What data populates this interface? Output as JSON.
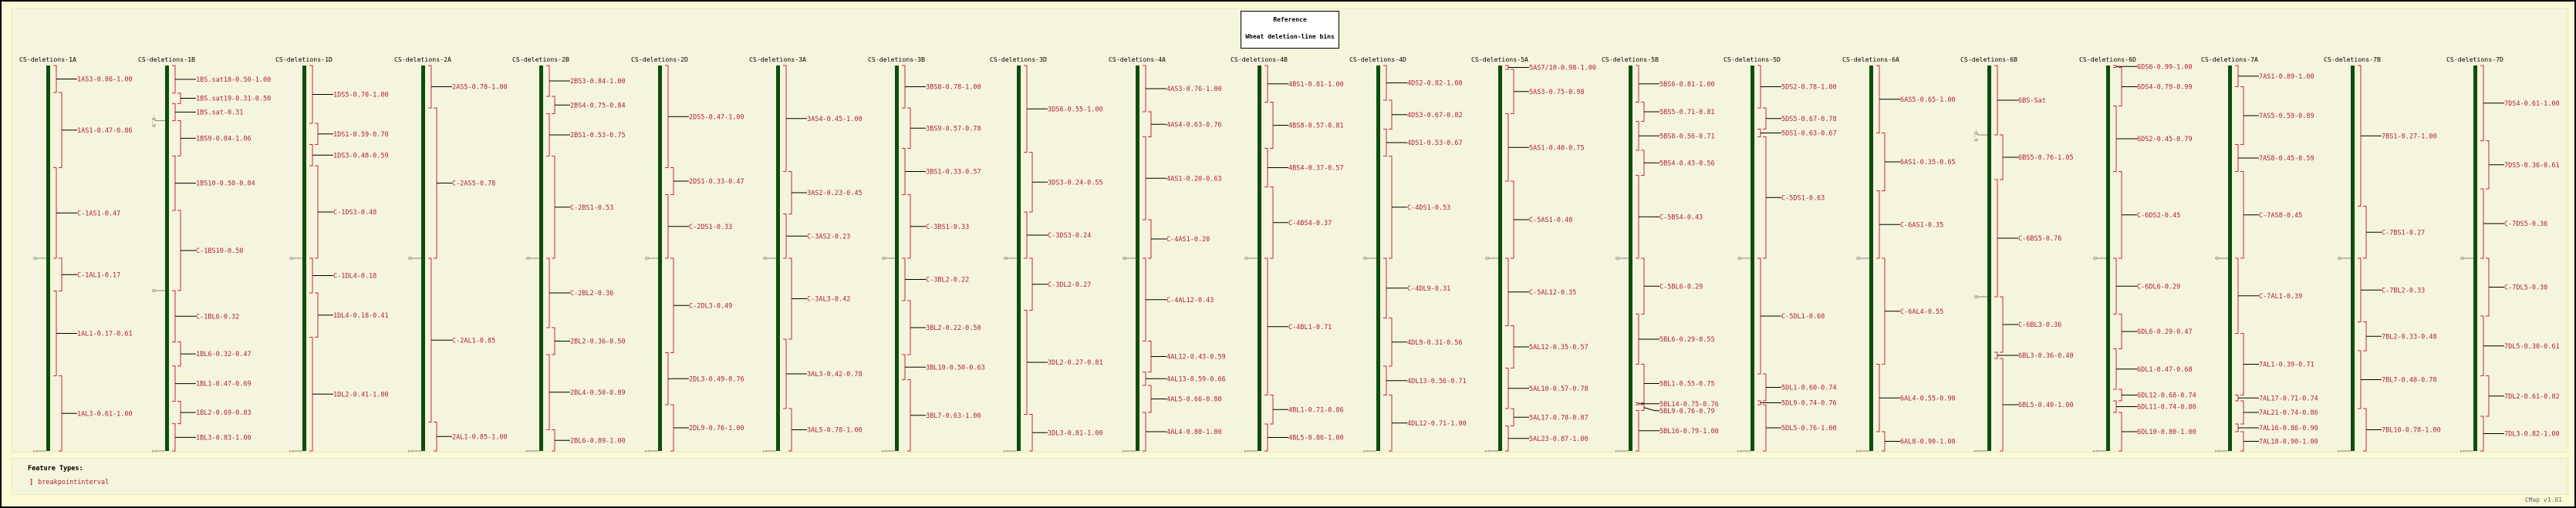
{
  "reference": {
    "title": "Reference",
    "subtitle": "Wheat deletion-line bins"
  },
  "legend": {
    "title": "Feature Types:",
    "glyph": "]",
    "item": "breakpointinterval"
  },
  "version": "CMap v1.01",
  "tick_labels": {
    "centromere": "0",
    "end": "1",
    "sat": "-0.9"
  },
  "colors": {
    "chromosome": "#0d4d0d",
    "bracket": "#c8283e",
    "label": "#b22234",
    "connector": "#000000",
    "tick": "#888888"
  },
  "chromosomes": [
    {
      "title": "CS-deletions-1A",
      "intervals": [
        [
          "1AS3-0.86-1.00",
          "S",
          0.86,
          1.0
        ],
        [
          "1AS1-0.47-0.86",
          "S",
          0.47,
          0.86
        ],
        [
          "C-1AS1-0.47",
          "S",
          0,
          0.47
        ],
        [
          "C-1AL1-0.17",
          "L",
          0,
          0.17
        ],
        [
          "1AL1-0.17-0.61",
          "L",
          0.17,
          0.61
        ],
        [
          "1AL3-0.61-1.00",
          "L",
          0.61,
          1.0
        ]
      ]
    },
    {
      "title": "CS-deletions-1B",
      "sat": true,
      "intervals": [
        [
          "1BS.sat18-0.50-1.00",
          "sat",
          0.5,
          1.0
        ],
        [
          "1BS.sat19-0.31-0.50",
          "sat",
          0.31,
          0.5
        ],
        [
          "1BS.sat-0.31",
          "sat",
          0,
          0.31
        ],
        [
          "1BS9-0.84-1.06",
          "S",
          0.84,
          1.06
        ],
        [
          "1BS10-0.50-0.84",
          "S",
          0.5,
          0.84
        ],
        [
          "C-1BS10-0.50",
          "S",
          0,
          0.5
        ],
        [
          "C-1BL6-0.32",
          "L",
          0,
          0.32
        ],
        [
          "1BL6-0.32-0.47",
          "L",
          0.32,
          0.47
        ],
        [
          "1BL1-0.47-0.69",
          "L",
          0.47,
          0.69
        ],
        [
          "1BL2-0.69-0.83",
          "L",
          0.69,
          0.83
        ],
        [
          "1BL3-0.83-1.00",
          "L",
          0.83,
          1.0
        ]
      ]
    },
    {
      "title": "CS-deletions-1D",
      "intervals": [
        [
          "1DS5-0.70-1.00",
          "S",
          0.7,
          1.0
        ],
        [
          "1DS1-0.59-0.70",
          "S",
          0.59,
          0.7
        ],
        [
          "1DS3-0.48-0.59",
          "S",
          0.48,
          0.59
        ],
        [
          "C-1DS3-0.48",
          "S",
          0,
          0.48
        ],
        [
          "C-1DL4-0.18",
          "L",
          0,
          0.18
        ],
        [
          "1DL4-0.18-0.41",
          "L",
          0.18,
          0.41
        ],
        [
          "1DL2-0.41-1.00",
          "L",
          0.41,
          1.0
        ]
      ]
    },
    {
      "title": "CS-deletions-2A",
      "intervals": [
        [
          "2AS5-0.78-1.00",
          "S",
          0.78,
          1.0
        ],
        [
          "C-2AS5-0.78",
          "S",
          0,
          0.78
        ],
        [
          "C-2AL1-0.85",
          "L",
          0,
          0.85
        ],
        [
          "2AL1-0.85-1.00",
          "L",
          0.85,
          1.0
        ]
      ]
    },
    {
      "title": "CS-deletions-2B",
      "intervals": [
        [
          "2BS3-0.84-1.00",
          "S",
          0.84,
          1.0
        ],
        [
          "2BS4-0.75-0.84",
          "S",
          0.75,
          0.84
        ],
        [
          "2BS1-0.53-0.75",
          "S",
          0.53,
          0.75
        ],
        [
          "C-2BS1-0.53",
          "S",
          0,
          0.53
        ],
        [
          "C-2BL2-0.36",
          "L",
          0,
          0.36
        ],
        [
          "2BL2-0.36-0.50",
          "L",
          0.36,
          0.5
        ],
        [
          "2BL4-0.50-0.89",
          "L",
          0.5,
          0.89
        ],
        [
          "2BL6-0.89-1.00",
          "L",
          0.89,
          1.0
        ]
      ]
    },
    {
      "title": "CS-deletions-2D",
      "intervals": [
        [
          "2DS5-0.47-1.00",
          "S",
          0.47,
          1.0
        ],
        [
          "2DS1-0.33-0.47",
          "S",
          0.33,
          0.47
        ],
        [
          "C-2DS1-0.33",
          "S",
          0,
          0.33
        ],
        [
          "C-2DL3-0.49",
          "L",
          0,
          0.49
        ],
        [
          "2DL3-0.49-0.76",
          "L",
          0.49,
          0.76
        ],
        [
          "2DL9-0.76-1.00",
          "L",
          0.76,
          1.0
        ]
      ]
    },
    {
      "title": "CS-deletions-3A",
      "intervals": [
        [
          "3AS4-0.45-1.00",
          "S",
          0.45,
          1.0
        ],
        [
          "3AS2-0.23-0.45",
          "S",
          0.23,
          0.45
        ],
        [
          "C-3AS2-0.23",
          "S",
          0,
          0.23
        ],
        [
          "C-3AL3-0.42",
          "L",
          0,
          0.42
        ],
        [
          "3AL3-0.42-0.78",
          "L",
          0.42,
          0.78
        ],
        [
          "3AL5-0.78-1.00",
          "L",
          0.78,
          1.0
        ]
      ]
    },
    {
      "title": "CS-deletions-3B",
      "intervals": [
        [
          "3BS8-0.78-1.00",
          "S",
          0.78,
          1.0
        ],
        [
          "3BS9-0.57-0.78",
          "S",
          0.57,
          0.78
        ],
        [
          "3BS1-0.33-0.57",
          "S",
          0.33,
          0.57
        ],
        [
          "C-3BS1-0.33",
          "S",
          0,
          0.33
        ],
        [
          "C-3BL2-0.22",
          "L",
          0,
          0.22
        ],
        [
          "3BL2-0.22-0.50",
          "L",
          0.22,
          0.5
        ],
        [
          "3BL10-0.50-0.63",
          "L",
          0.5,
          0.63
        ],
        [
          "3BL7-0.63-1.00",
          "L",
          0.63,
          1.0
        ]
      ]
    },
    {
      "title": "CS-deletions-3D",
      "intervals": [
        [
          "3DS6-0.55-1.00",
          "S",
          0.55,
          1.0
        ],
        [
          "3DS3-0.24-0.55",
          "S",
          0.24,
          0.55
        ],
        [
          "C-3DS3-0.24",
          "S",
          0,
          0.24
        ],
        [
          "C-3DL2-0.27",
          "L",
          0,
          0.27
        ],
        [
          "3DL2-0.27-0.81",
          "L",
          0.27,
          0.81
        ],
        [
          "3DL3-0.81-1.00",
          "L",
          0.81,
          1.0
        ]
      ]
    },
    {
      "title": "CS-deletions-4A",
      "intervals": [
        [
          "4AS3-0.76-1.00",
          "S",
          0.76,
          1.0
        ],
        [
          "4AS4-0.63-0.76",
          "S",
          0.63,
          0.76
        ],
        [
          "4AS1-0.20-0.63",
          "S",
          0.2,
          0.63
        ],
        [
          "C-4AS1-0.20",
          "S",
          0,
          0.2
        ],
        [
          "C-4AL12-0.43",
          "L",
          0,
          0.43
        ],
        [
          "4AL12-0.43-0.59",
          "L",
          0.43,
          0.59
        ],
        [
          "4AL13-0.59-0.66",
          "L",
          0.59,
          0.66
        ],
        [
          "4AL5-0.66-0.80",
          "L",
          0.66,
          0.8
        ],
        [
          "4AL4-0.80-1.00",
          "L",
          0.8,
          1.0
        ]
      ]
    },
    {
      "title": "CS-deletions-4B",
      "intervals": [
        [
          "4BS1-0.81-1.00",
          "S",
          0.81,
          1.0
        ],
        [
          "4BS8-0.57-0.81",
          "S",
          0.57,
          0.81
        ],
        [
          "4BS4-0.37-0.57",
          "S",
          0.37,
          0.57
        ],
        [
          "C-4BS4-0.37",
          "S",
          0,
          0.37
        ],
        [
          "C-4BL1-0.71",
          "L",
          0,
          0.71
        ],
        [
          "4BL1-0.71-0.86",
          "L",
          0.71,
          0.86
        ],
        [
          "4BL5-0.86-1.00",
          "L",
          0.86,
          1.0
        ]
      ]
    },
    {
      "title": "CS-deletions-4D",
      "intervals": [
        [
          "4DS2-0.82-1.00",
          "S",
          0.82,
          1.0
        ],
        [
          "4DS3-0.67-0.82",
          "S",
          0.67,
          0.82
        ],
        [
          "4DS1-0.53-0.67",
          "S",
          0.53,
          0.67
        ],
        [
          "C-4DS1-0.53",
          "S",
          0,
          0.53
        ],
        [
          "C-4DL9-0.31",
          "L",
          0,
          0.31
        ],
        [
          "4DL9-0.31-0.56",
          "L",
          0.31,
          0.56
        ],
        [
          "4DL13-0.56-0.71",
          "L",
          0.56,
          0.71
        ],
        [
          "4DL12-0.71-1.00",
          "L",
          0.71,
          1.0
        ]
      ]
    },
    {
      "title": "CS-deletions-5A",
      "intervals": [
        [
          "5AS7/10-0.98-1.00",
          "S",
          0.98,
          1.0
        ],
        [
          "5AS3-0.75-0.98",
          "S",
          0.75,
          0.98
        ],
        [
          "5AS1-0.40-0.75",
          "S",
          0.4,
          0.75
        ],
        [
          "C-5AS1-0.40",
          "S",
          0,
          0.4
        ],
        [
          "C-5AL12-0.35",
          "L",
          0,
          0.35
        ],
        [
          "5AL12-0.35-0.57",
          "L",
          0.35,
          0.57
        ],
        [
          "5AL10-0.57-0.78",
          "L",
          0.57,
          0.78
        ],
        [
          "5AL17-0.78-0.87",
          "L",
          0.78,
          0.87
        ],
        [
          "5AL23-0.87-1.00",
          "L",
          0.87,
          1.0
        ]
      ]
    },
    {
      "title": "CS-deletions-5B",
      "intervals": [
        [
          "5BS6-0.81-1.00",
          "S",
          0.81,
          1.0
        ],
        [
          "5BS5-0.71-0.81",
          "S",
          0.71,
          0.81
        ],
        [
          "5BS8-0.56-0.71",
          "S",
          0.56,
          0.71
        ],
        [
          "5BS4-0.43-0.56",
          "S",
          0.43,
          0.56
        ],
        [
          "C-5BS4-0.43",
          "S",
          0,
          0.43
        ],
        [
          "C-5BL6-0.29",
          "L",
          0,
          0.29
        ],
        [
          "5BL6-0.29-0.55",
          "L",
          0.29,
          0.55
        ],
        [
          "5BL1-0.55-0.75",
          "L",
          0.55,
          0.75
        ],
        [
          "5BL14-0.75-0.76",
          "L",
          0.75,
          0.76
        ],
        [
          "5BL9-0.76-0.79",
          "L",
          0.76,
          0.79
        ],
        [
          "5BL16-0.79-1.00",
          "L",
          0.79,
          1.0
        ]
      ]
    },
    {
      "title": "CS-deletions-5D",
      "intervals": [
        [
          "5DS2-0.78-1.00",
          "S",
          0.78,
          1.0
        ],
        [
          "5DS5-0.67-0.78",
          "S",
          0.67,
          0.78
        ],
        [
          "5DS1-0.63-0.67",
          "S",
          0.63,
          0.67
        ],
        [
          "C-5DS1-0.63",
          "S",
          0,
          0.63
        ],
        [
          "C-5DL1-0.60",
          "L",
          0,
          0.6
        ],
        [
          "5DL1-0.60-0.74",
          "L",
          0.6,
          0.74
        ],
        [
          "5DL9-0.74-0.76",
          "L",
          0.74,
          0.76
        ],
        [
          "5DL5-0.76-1.00",
          "L",
          0.76,
          1.0
        ]
      ]
    },
    {
      "title": "CS-deletions-6A",
      "intervals": [
        [
          "6AS5-0.65-1.00",
          "S",
          0.65,
          1.0
        ],
        [
          "6AS1-0.35-0.65",
          "S",
          0.35,
          0.65
        ],
        [
          "C-6AS1-0.35",
          "S",
          0,
          0.35
        ],
        [
          "C-6AL4-0.55",
          "L",
          0,
          0.55
        ],
        [
          "6AL4-0.55-0.90",
          "L",
          0.55,
          0.9
        ],
        [
          "6AL8-0.90-1.00",
          "L",
          0.9,
          1.0
        ]
      ]
    },
    {
      "title": "CS-deletions-6B",
      "sat": true,
      "intervals": [
        [
          "6BS-Sat",
          "sat",
          0,
          1.0
        ],
        [
          "6BS5-0.76-1.05",
          "S",
          0.76,
          1.05
        ],
        [
          "C-6BS5-0.76",
          "S",
          0,
          0.76
        ],
        [
          "C-6BL3-0.36",
          "L",
          0,
          0.36
        ],
        [
          "6BL3-0.36-0.40",
          "L",
          0.36,
          0.4
        ],
        [
          "6BL5-0.40-1.00",
          "L",
          0.4,
          1.0
        ]
      ]
    },
    {
      "title": "CS-deletions-6D",
      "intervals": [
        [
          "6DS6-0.99-1.00",
          "S",
          0.99,
          1.0
        ],
        [
          "6DS4-0.79-0.99",
          "S",
          0.79,
          0.99
        ],
        [
          "6DS2-0.45-0.79",
          "S",
          0.45,
          0.79
        ],
        [
          "C-6DS2-0.45",
          "S",
          0,
          0.45
        ],
        [
          "C-6DL6-0.29",
          "L",
          0,
          0.29
        ],
        [
          "6DL6-0.29-0.47",
          "L",
          0.29,
          0.47
        ],
        [
          "6DL1-0.47-0.68",
          "L",
          0.47,
          0.68
        ],
        [
          "6DL12-0.68-0.74",
          "L",
          0.68,
          0.74
        ],
        [
          "6DL11-0.74-0.80",
          "L",
          0.74,
          0.8
        ],
        [
          "6DL10-0.80-1.00",
          "L",
          0.8,
          1.0
        ]
      ]
    },
    {
      "title": "CS-deletions-7A",
      "intervals": [
        [
          "7AS1-0.89-1.00",
          "S",
          0.89,
          1.0
        ],
        [
          "7AS5-0.59-0.89",
          "S",
          0.59,
          0.89
        ],
        [
          "7AS8-0.45-0.59",
          "S",
          0.45,
          0.59
        ],
        [
          "C-7AS8-0.45",
          "S",
          0,
          0.45
        ],
        [
          "C-7AL1-0.39",
          "L",
          0,
          0.39
        ],
        [
          "7AL1-0.39-0.71",
          "L",
          0.39,
          0.71
        ],
        [
          "7AL17-0.71-0.74",
          "L",
          0.71,
          0.74
        ],
        [
          "7AL21-0.74-0.86",
          "L",
          0.74,
          0.86
        ],
        [
          "7AL16-0.86-0.90",
          "L",
          0.86,
          0.9
        ],
        [
          "7AL18-0.90-1.00",
          "L",
          0.9,
          1.0
        ]
      ]
    },
    {
      "title": "CS-deletions-7B",
      "intervals": [
        [
          "7BS1-0.27-1.00",
          "S",
          0.27,
          1.0
        ],
        [
          "C-7BS1-0.27",
          "S",
          0,
          0.27
        ],
        [
          "C-7BL2-0.33",
          "L",
          0,
          0.33
        ],
        [
          "7BL2-0.33-0.48",
          "L",
          0.33,
          0.48
        ],
        [
          "7BL7-0.48-0.78",
          "L",
          0.48,
          0.78
        ],
        [
          "7BL10-0.78-1.00",
          "L",
          0.78,
          1.0
        ]
      ]
    },
    {
      "title": "CS-deletions-7D",
      "intervals": [
        [
          "7DS4-0.61-1.00",
          "S",
          0.61,
          1.0
        ],
        [
          "7DS5-0.36-0.61",
          "S",
          0.36,
          0.61
        ],
        [
          "C-7DS5-0.36",
          "S",
          0,
          0.36
        ],
        [
          "C-7DL5-0.30",
          "L",
          0,
          0.3
        ],
        [
          "7DL5-0.30-0.61",
          "L",
          0.3,
          0.61
        ],
        [
          "7DL2-0.61-0.82",
          "L",
          0.61,
          0.82
        ],
        [
          "7DL3-0.82-1.00",
          "L",
          0.82,
          1.0
        ]
      ]
    }
  ]
}
